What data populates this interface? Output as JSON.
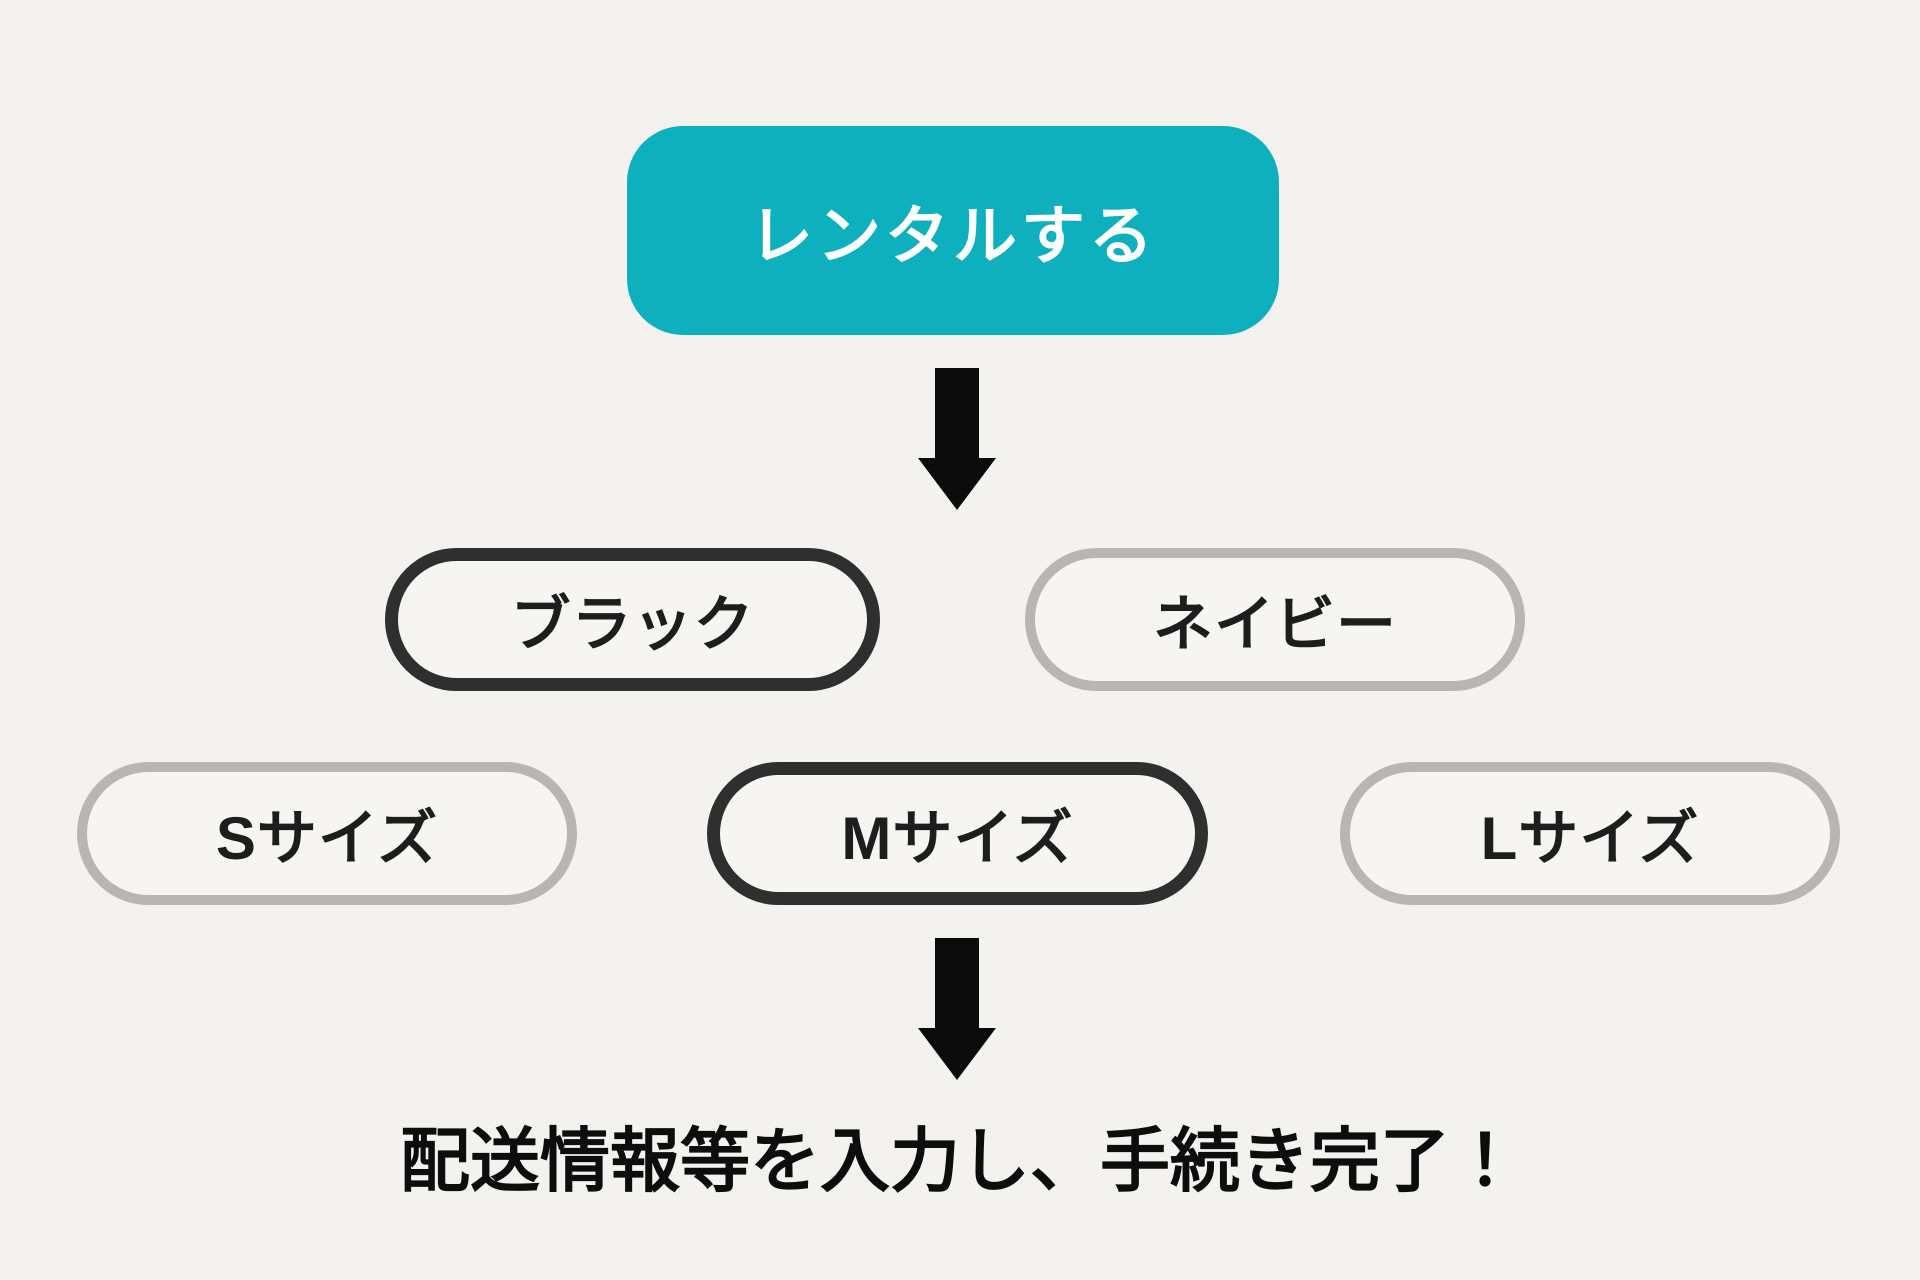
{
  "colors": {
    "background": "#f4f2ef",
    "primary": "#0db0bc",
    "dark_border": "#2f2f2f",
    "light_border": "#b8b6b3",
    "pill_fill": "#f6f5f2",
    "arrow": "#0b0b0b",
    "button_text": "#ffffff",
    "pill_text": "#1d1d1d",
    "note_text": "#0d0d0d"
  },
  "icons": {
    "down_arrow": "⬇"
  },
  "flow": {
    "start_button": {
      "label": "レンタルする"
    },
    "color_options": [
      {
        "label": "ブラック",
        "selected": true
      },
      {
        "label": "ネイビー",
        "selected": false
      }
    ],
    "size_options": [
      {
        "label": "Sサイズ",
        "selected": false
      },
      {
        "label": "Mサイズ",
        "selected": true
      },
      {
        "label": "Lサイズ",
        "selected": false
      }
    ],
    "completion_note": "配送情報等を入力し、手続き完了！"
  }
}
